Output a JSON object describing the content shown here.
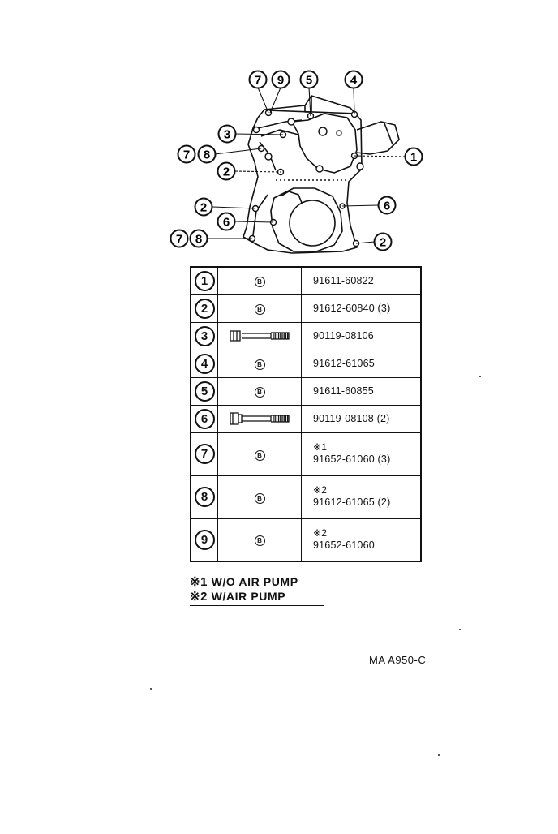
{
  "diagram": {
    "callouts": [
      "7",
      "9",
      "5",
      "4",
      "3",
      "7",
      "8",
      "1",
      "2",
      "2",
      "6",
      "6",
      "7",
      "8",
      "2"
    ]
  },
  "parts": [
    {
      "num": "1",
      "symbol": "B",
      "kind": "bolt-b",
      "note": "",
      "part": "91611-60822"
    },
    {
      "num": "2",
      "symbol": "B",
      "kind": "bolt-b",
      "note": "",
      "part": "91612-60840 (3)"
    },
    {
      "num": "3",
      "symbol": "",
      "kind": "bolt",
      "note": "",
      "part": "90119-08106"
    },
    {
      "num": "4",
      "symbol": "B",
      "kind": "bolt-b",
      "note": "",
      "part": "91612-61065"
    },
    {
      "num": "5",
      "symbol": "B",
      "kind": "bolt-b",
      "note": "",
      "part": "91611-60855"
    },
    {
      "num": "6",
      "symbol": "",
      "kind": "bolt-flange",
      "note": "",
      "part": "90119-08108 (2)"
    },
    {
      "num": "7",
      "symbol": "B",
      "kind": "bolt-b",
      "note": "※1",
      "part": "91652-61060 (3)"
    },
    {
      "num": "8",
      "symbol": "B",
      "kind": "bolt-b",
      "note": "※2",
      "part": "91612-61065 (2)"
    },
    {
      "num": "9",
      "symbol": "B",
      "kind": "bolt-b",
      "note": "※2",
      "part": "91652-61060"
    }
  ],
  "notes": [
    {
      "mark": "※1",
      "text": "W/O  AIR  PUMP"
    },
    {
      "mark": "※2",
      "text": "W/AIR  PUMP"
    }
  ],
  "code": "MA  A950-C"
}
